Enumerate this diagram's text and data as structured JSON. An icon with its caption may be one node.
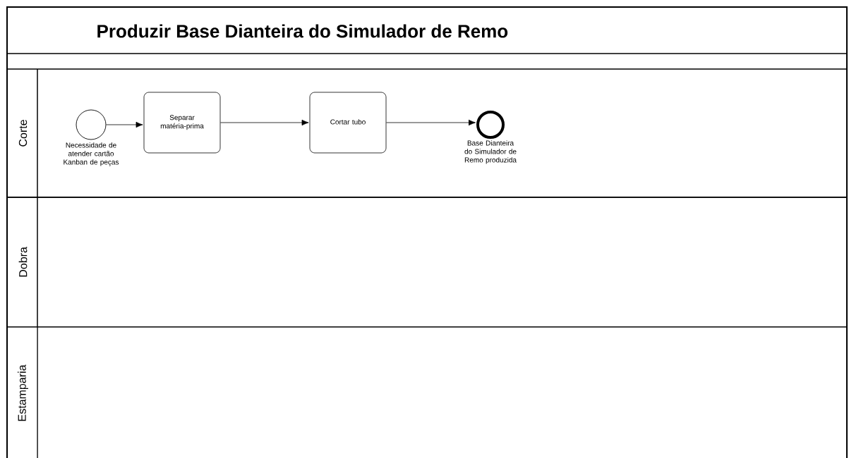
{
  "diagram": {
    "title": "Produzir Base Dianteira do Simulador de Remo",
    "nodes": [
      {
        "text": [
          "Corte"
        ]
      },
      {
        "text": [],
        "shape": "circle",
        "in": 0,
        "beside": [
          "Necessidade de atender cartão Kanban de peças"
        ]
      },
      {
        "text": [
          "Separar matéria-prima"
        ],
        "in": 0
      },
      {
        "text": [
          "Cortar tubo"
        ],
        "in": 0
      },
      {
        "text": [],
        "shape": "circle",
        "in": 0,
        "beside": [
          "Base Dianteira do Simulador de Remo produzida"
        ]
      },
      {
        "text": [
          "Dobra"
        ]
      },
      {
        "text": [
          "Estamparia"
        ]
      }
    ],
    "edges": [
      {
        "from": 1,
        "to": 2,
        "arrow": "to"
      },
      {
        "from": 2,
        "to": 3,
        "arrow": "to"
      },
      {
        "from": 3,
        "to": 4,
        "arrow": "to"
      }
    ]
  }
}
